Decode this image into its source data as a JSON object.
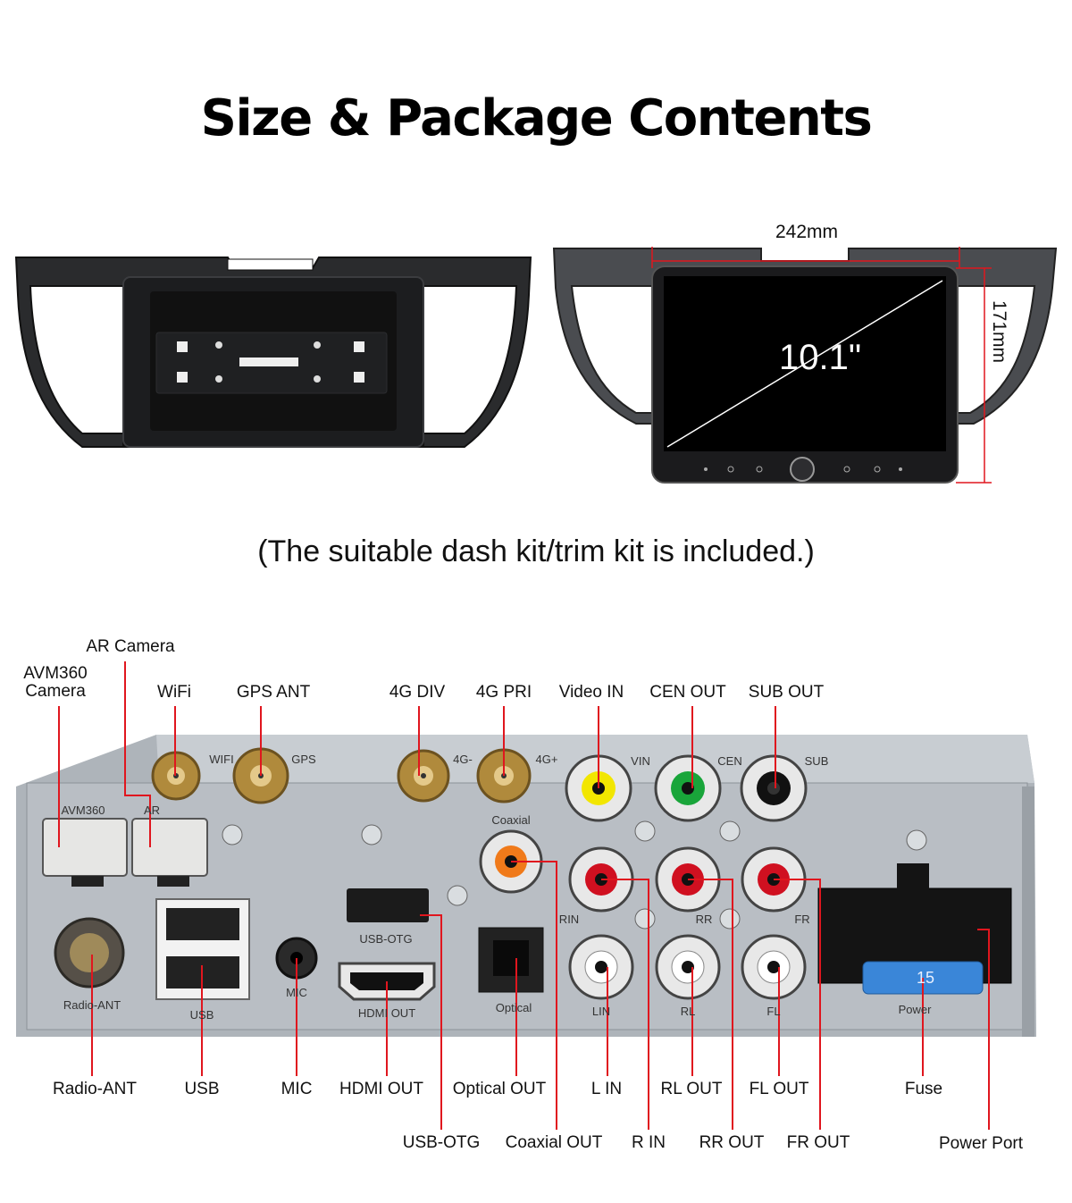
{
  "title": "Size & Package Contents",
  "note": "(The suitable dash kit/trim kit is included.)",
  "dimensions": {
    "width": "242mm",
    "height": "171mm",
    "screen_size": "10.1\""
  },
  "top_labels": {
    "ar_camera": "AR Camera",
    "avm360_camera": "AVM360\nCamera",
    "wifi": "WiFi",
    "gps_ant": "GPS ANT",
    "div_4g": "4G DIV",
    "pri_4g": "4G PRI",
    "video_in": "Video IN",
    "cen_out": "CEN OUT",
    "sub_out": "SUB OUT"
  },
  "bottom_labels": {
    "radio_ant": "Radio-ANT",
    "usb": "USB",
    "mic": "MIC",
    "hdmi_out": "HDMI OUT",
    "optical_out": "Optical OUT",
    "l_in": "L IN",
    "rl_out": "RL OUT",
    "fl_out": "FL OUT",
    "fuse": "Fuse",
    "usb_otg": "USB-OTG",
    "coaxial_out": "Coaxial OUT",
    "r_in": "R IN",
    "rr_out": "RR OUT",
    "fr_out": "FR OUT",
    "power_port": "Power Port"
  },
  "panel_silkscreen": {
    "wifi": "WIFI",
    "gps": "GPS",
    "g4_minus": "4G-",
    "g4_plus": "4G+",
    "vin": "VIN",
    "cen": "CEN",
    "sub": "SUB",
    "avm360": "AVM360",
    "ar": "AR",
    "coaxial": "Coaxial",
    "rin": "RIN",
    "rr": "RR",
    "fr": "FR",
    "usb_otg": "USB-OTG",
    "radio_ant": "Radio-ANT",
    "usb": "USB",
    "mic": "MIC",
    "hdmi_out": "HDMI  OUT",
    "optical": "Optical",
    "lin": "LIN",
    "rl": "RL",
    "fl": "FL",
    "power": "Power",
    "fuse_rating": "15"
  },
  "colors": {
    "callout_line": "#e0161e",
    "panel": "#b9bec4",
    "frame": "#2a2b2d"
  }
}
